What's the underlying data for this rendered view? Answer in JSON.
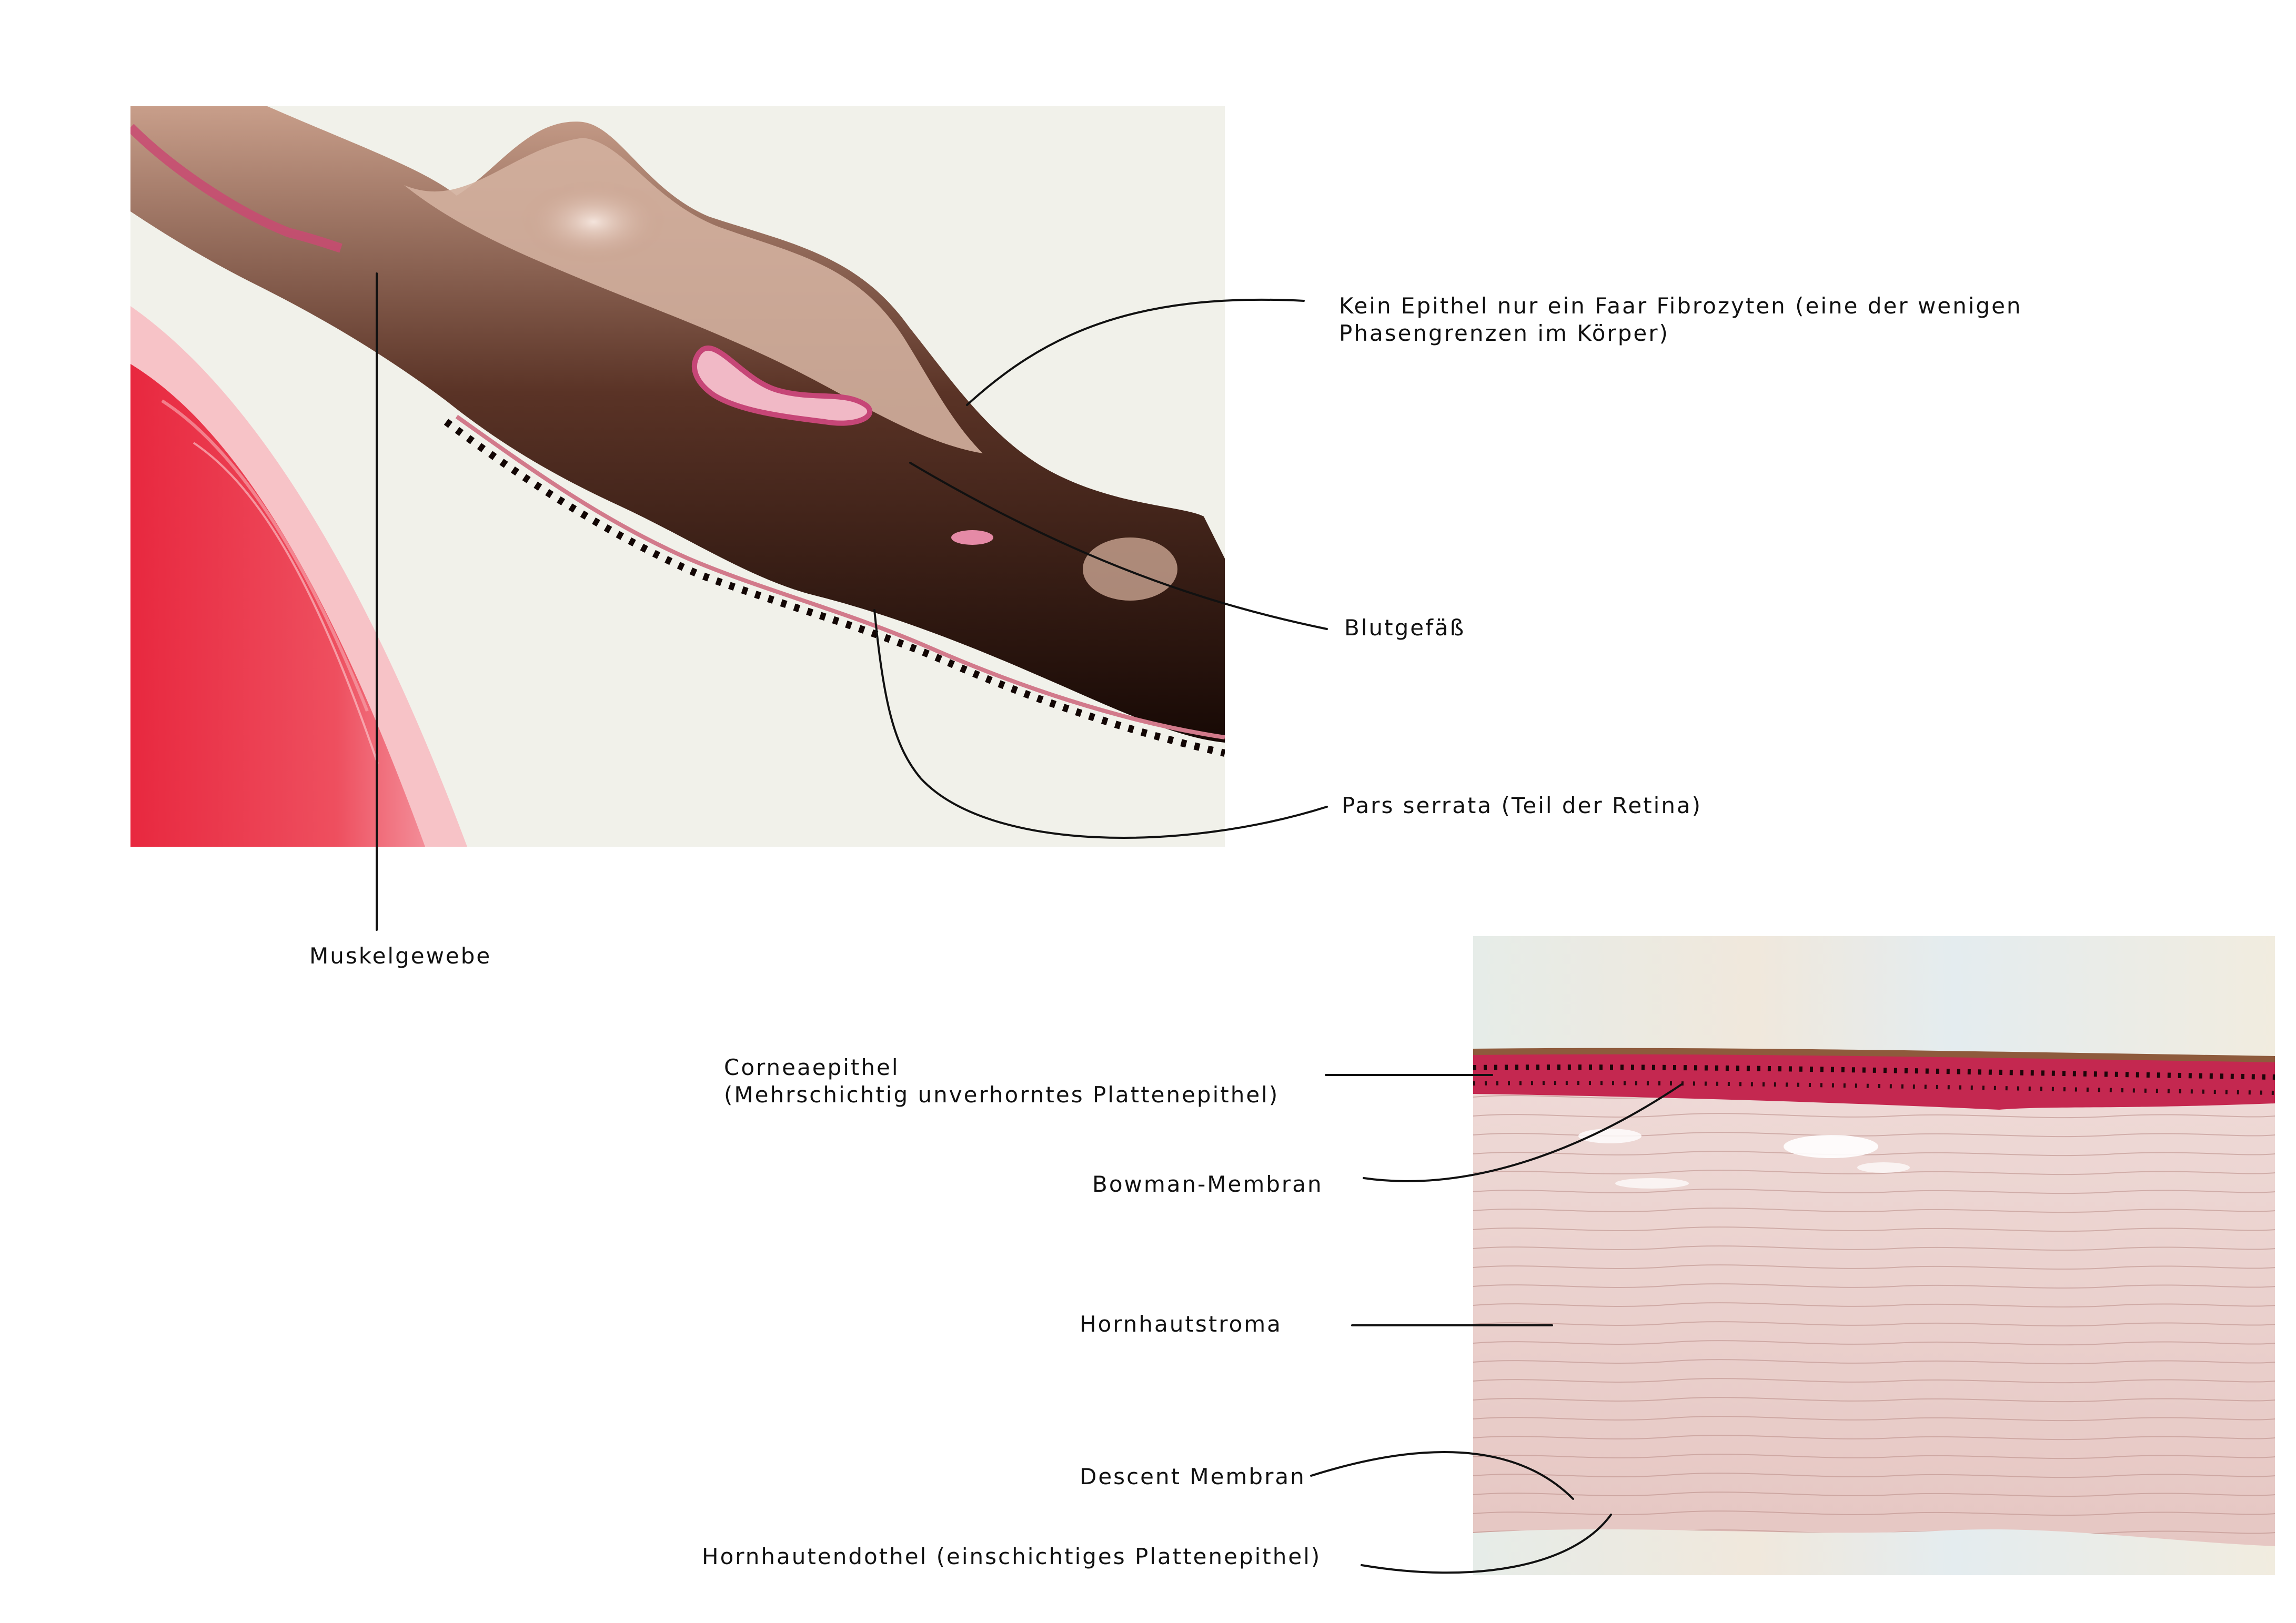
{
  "figure_1": {
    "labels": {
      "kein_epithel_line1": "Kein Epithel nur ein Faar Fibrozyten (eine der wenigen",
      "kein_epithel_line2": "Phasengrenzen im Körper)",
      "blutgefaess": "Blutgefäß",
      "pars_serrata": "Pars serrata (Teil der Retina)",
      "muskelgewebe": "Muskelgewebe"
    },
    "colors": {
      "background": "#f1f1ea",
      "lens_red": "#e8344d",
      "lens_pink": "#f6b9bf",
      "tissue_dark": "#1e0d08",
      "tissue_mid": "#7a4a3a",
      "tissue_light": "#d9b8a8",
      "vessel": "#e06a86"
    }
  },
  "figure_2": {
    "labels": {
      "corneaepithel_line1": "Corneaepithel",
      "corneaepithel_line2": "(Mehrschichtig unverhorntes Plattenepithel)",
      "bowman": "Bowman-Membran",
      "stroma": "Hornhautstroma",
      "descent": "Descent Membran",
      "endothel": "Hornhautendothel (einschichtiges Plattenepithel)"
    },
    "colors": {
      "sky": "#e6ece8",
      "epithel": "#c42850",
      "stroma": "#ead0cd",
      "stroma_line": "#b8857f"
    }
  }
}
